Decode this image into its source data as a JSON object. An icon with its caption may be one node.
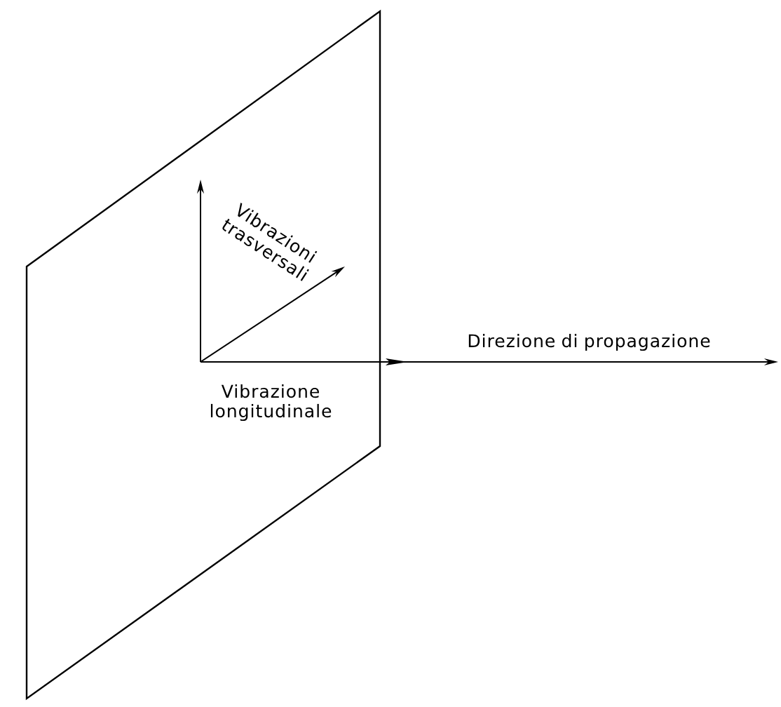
{
  "diagram": {
    "labels": [
      "Vibrazioni trasversali",
      "Direzione di propagazione",
      "Vibrazione longitudinale"
    ]
  }
}
